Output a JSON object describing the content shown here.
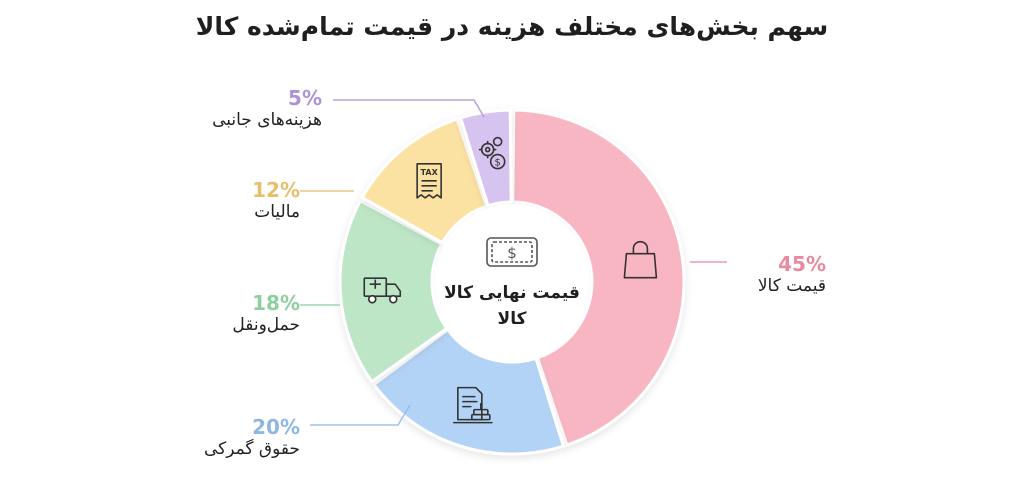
{
  "title": "سهم بخش‌های مختلف هزینه در قیمت تمام‌شده کالا",
  "center_label": "قیمت نهایی کالا",
  "center_sublabel": "کالا",
  "chart_data": {
    "type": "pie",
    "variant": "donut",
    "title": "سهم بخش‌های مختلف هزینه در قیمت تمام‌شده کالا",
    "unit": "%",
    "slices": [
      {
        "label": "قیمت کالا",
        "value": 45,
        "value_label": "45%",
        "color": "#f8b6c3",
        "accent": "#ea8aa0",
        "icon": "shopping-bag-icon"
      },
      {
        "label": "حقوق گمرکی",
        "value": 20,
        "value_label": "20%",
        "color": "#b3d3f6",
        "accent": "#8fb7e6",
        "icon": "document-stamp-icon"
      },
      {
        "label": "حمل‌ونقل",
        "value": 18,
        "value_label": "18%",
        "color": "#bde6c6",
        "accent": "#8fcf9f",
        "icon": "truck-icon"
      },
      {
        "label": "مالیات",
        "value": 12,
        "value_label": "12%",
        "color": "#fbe1a2",
        "accent": "#e6bf6c",
        "icon": "tax-receipt-icon"
      },
      {
        "label": "هزینه‌های جانبی",
        "value": 5,
        "value_label": "5%",
        "color": "#d6c3ef",
        "accent": "#ad92d8",
        "icon": "gears-dollar-icon"
      }
    ]
  }
}
